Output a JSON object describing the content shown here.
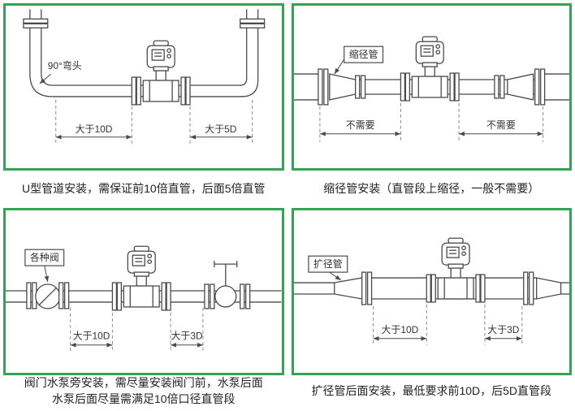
{
  "theme": {
    "accent_green": "#37a155",
    "line_color": "#4a4a4a",
    "text_color": "#333333"
  },
  "panels": {
    "u_pipe": {
      "caption": "U型管道安装，需保证前10倍直管，后面5倍直管",
      "elbow_label": "90°弯头",
      "dim_left": "大于10D",
      "dim_right": "大于5D"
    },
    "reducer": {
      "caption": "缩径管安装（直管段上缩径，一般不需要）",
      "part_label": "缩径管",
      "dim_left": "不需要",
      "dim_right": "不需要"
    },
    "valve": {
      "caption_line1": "阀门水泵旁安装，需尽量安装阀门前，水泵后面",
      "caption_line2": "水泵后面尽量需满足10倍口径直管段",
      "part_label": "各种阀",
      "dim_left": "大于10D",
      "dim_right": "大于3D"
    },
    "expander": {
      "caption": "扩径管后面安装，最低要求前10D，后5D直管段",
      "part_label": "扩径管",
      "dim_left": "大于10D",
      "dim_right": "大于3D"
    }
  }
}
